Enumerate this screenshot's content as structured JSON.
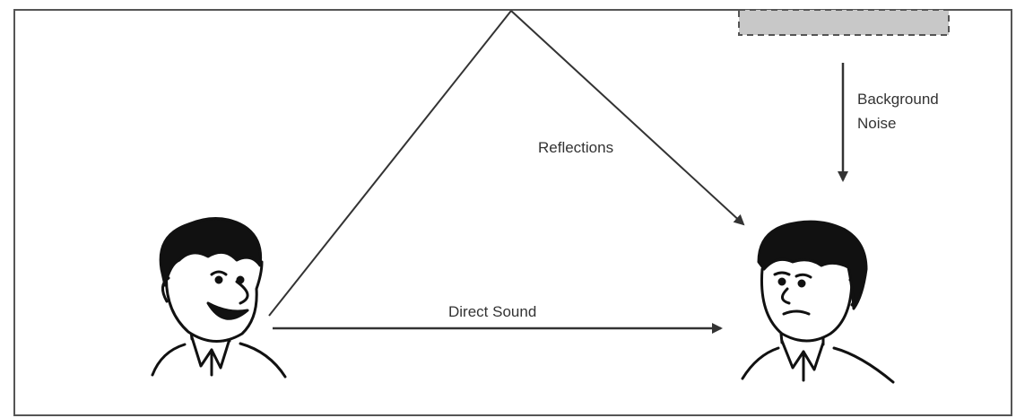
{
  "labels": {
    "reflections": "Reflections",
    "direct_sound": "Direct Sound",
    "background_noise_line1": "Background",
    "background_noise_line2": "Noise"
  },
  "icons": {
    "speaker": "talking-person-icon",
    "listener": "listening-person-icon",
    "noise_source": "noise-source-icon"
  },
  "colors": {
    "line": "#333333",
    "room_border": "#555555",
    "noise_source_fill": "#c8c8c8",
    "background": "#ffffff"
  }
}
